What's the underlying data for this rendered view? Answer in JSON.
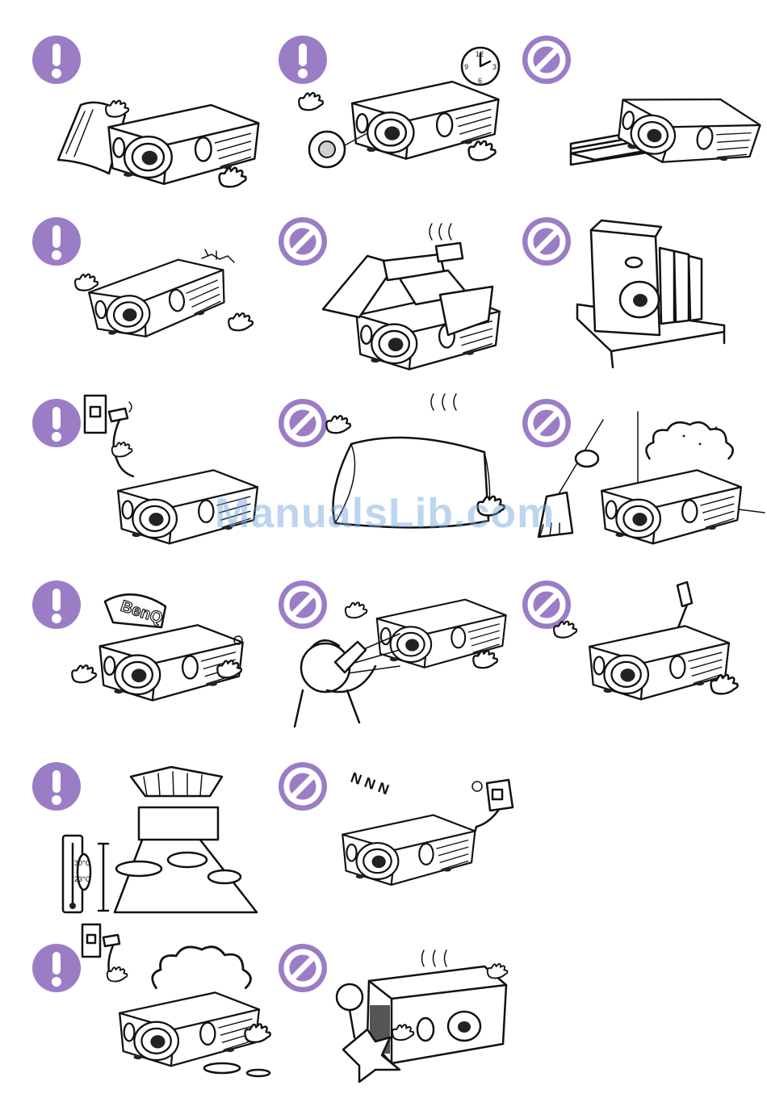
{
  "watermark": "ManualsLib.com",
  "colors": {
    "badge": "#9b7dc6",
    "watermark": "#6fa3dd"
  },
  "panels": [
    {
      "id": "p1",
      "badge": "exclamation-icon",
      "scene": "read-manual"
    },
    {
      "id": "p2",
      "badge": "exclamation-icon",
      "scene": "do-not-look-into-lens"
    },
    {
      "id": "p3",
      "badge": "prohibited-icon",
      "scene": "unstable-surface"
    },
    {
      "id": "p4",
      "badge": "exclamation-icon",
      "scene": "do-not-tilt"
    },
    {
      "id": "p5",
      "badge": "prohibited-icon",
      "scene": "do-not-stack"
    },
    {
      "id": "p6",
      "badge": "prohibited-icon",
      "scene": "do-not-stand-vertically"
    },
    {
      "id": "p7",
      "badge": "exclamation-icon",
      "scene": "unplug"
    },
    {
      "id": "p8",
      "badge": "prohibited-icon",
      "scene": "do-not-cover"
    },
    {
      "id": "p9",
      "badge": "prohibited-icon",
      "scene": "dusty-environment"
    },
    {
      "id": "p10",
      "badge": "exclamation-icon",
      "scene": "hot-surface"
    },
    {
      "id": "p11",
      "badge": "prohibited-icon",
      "scene": "bright-light"
    },
    {
      "id": "p12",
      "badge": "prohibited-icon",
      "scene": "do-not-disassemble"
    },
    {
      "id": "p13",
      "badge": "exclamation-icon",
      "scene": "temperature-altitude"
    },
    {
      "id": "p14",
      "badge": "prohibited-icon",
      "scene": "power-supply"
    },
    {
      "id": "p15",
      "badge": "exclamation-icon",
      "scene": "humidity"
    },
    {
      "id": "p16",
      "badge": "prohibited-icon",
      "scene": "do-not-block-vents"
    }
  ],
  "clock": {
    "n12": "12",
    "n3": "3",
    "n6": "6",
    "n9": "9"
  },
  "logo": {
    "text": "BenQ"
  },
  "thermometer": {
    "high": "30°C",
    "low": "23°C"
  },
  "snore": {
    "text": "N N N"
  }
}
